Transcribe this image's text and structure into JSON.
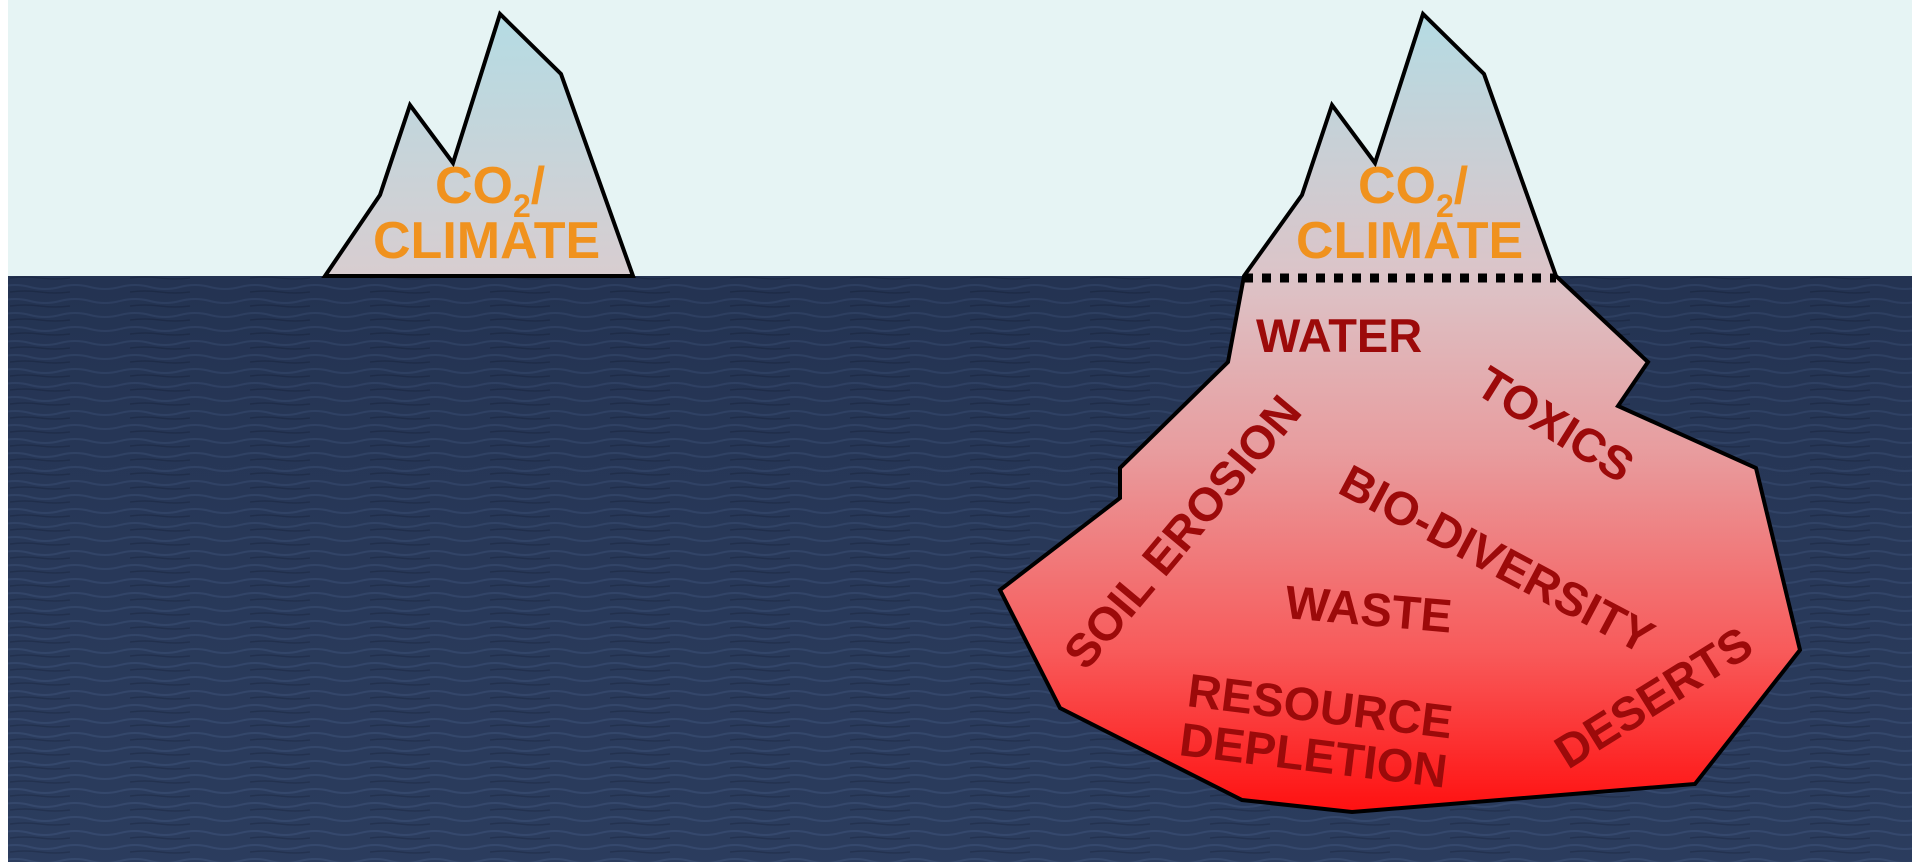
{
  "colors": {
    "sky": "#e6f4f4",
    "sea": "#263656",
    "co2_text": "#f0921e",
    "hidden_text": "#9c0a0a",
    "iceberg_top_fill": "#b4dce4",
    "iceberg_bottom_fill": "#ff1414",
    "outline": "#000000"
  },
  "left_iceberg": {
    "co2_label": "CO",
    "co2_subscript": "2",
    "co2_slash": "/",
    "climate_label": "CLIMATE"
  },
  "right_iceberg": {
    "co2_label": "CO",
    "co2_subscript": "2",
    "co2_slash": "/",
    "climate_label": "CLIMATE",
    "hidden_issues": {
      "water": "WATER",
      "toxics": "TOXICS",
      "soil_erosion": "SOIL EROSION",
      "biodiversity": "BIO-DIVERSITY",
      "waste": "WASTE",
      "resource": "RESOURCE",
      "depletion": "DEPLETION",
      "deserts": "DESERTS"
    }
  }
}
